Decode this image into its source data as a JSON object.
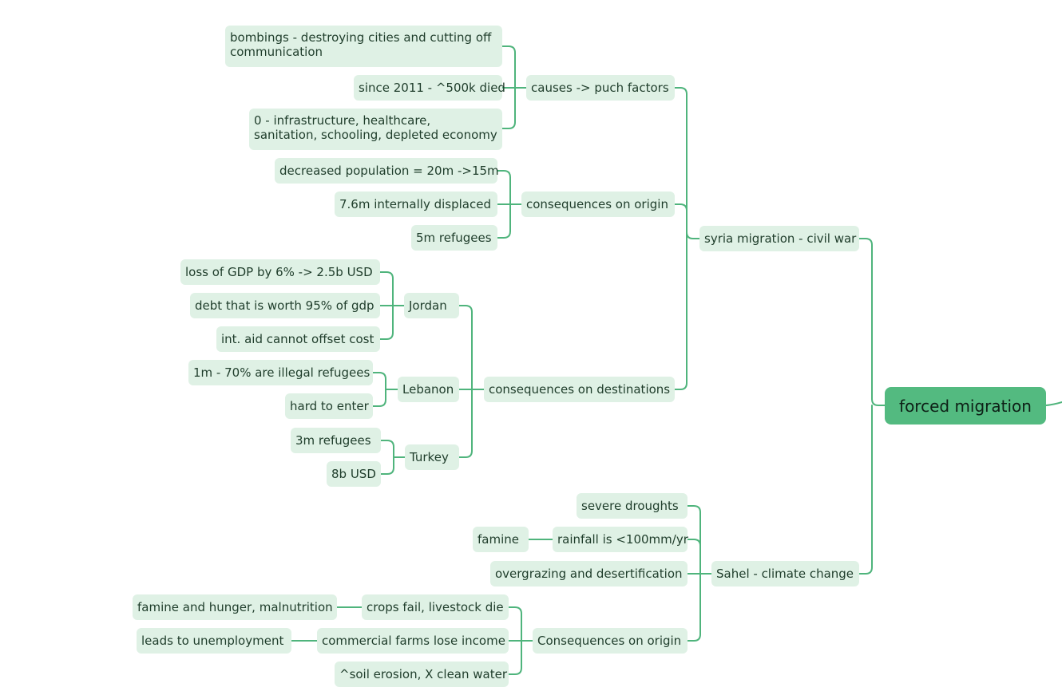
{
  "mindmap": {
    "root": "forced migration",
    "syria": {
      "label": "syria migration - civil war",
      "causes": {
        "label": "causes -> puch factors",
        "items": [
          "bombings - destroying cities and cutting off communication",
          "since 2011 - ^500k died",
          "0 - infrastructure, healthcare, sanitation, schooling, depleted economy"
        ]
      },
      "origin": {
        "label": "consequences on origin",
        "items": [
          "decreased population = 20m ->15m",
          "7.6m internally displaced",
          "5m refugees"
        ]
      },
      "destinations": {
        "label": "consequences on destinations",
        "jordan": {
          "label": "Jordan",
          "items": [
            "loss of GDP by 6% -> 2.5b USD",
            "debt that is worth 95% of gdp",
            "int. aid cannot offset cost"
          ]
        },
        "lebanon": {
          "label": "Lebanon",
          "items": [
            "1m - 70% are illegal refugees",
            "hard to enter"
          ]
        },
        "turkey": {
          "label": "Turkey",
          "items": [
            "3m refugees",
            "8b USD"
          ]
        }
      }
    },
    "sahel": {
      "label": "Sahel - climate change",
      "droughts": "severe droughts",
      "rainfall": {
        "label": "rainfall is <100mm/yr",
        "child": "famine"
      },
      "overgrazing": "overgrazing and desertification",
      "origin": {
        "label": "Consequences on origin",
        "crops": {
          "label": "crops fail, livestock die",
          "child": "famine and hunger, malnutrition"
        },
        "farms": {
          "label": "commercial farms lose income",
          "child": "leads to unemployment"
        },
        "soil": "^soil erosion, X clean water"
      }
    }
  }
}
